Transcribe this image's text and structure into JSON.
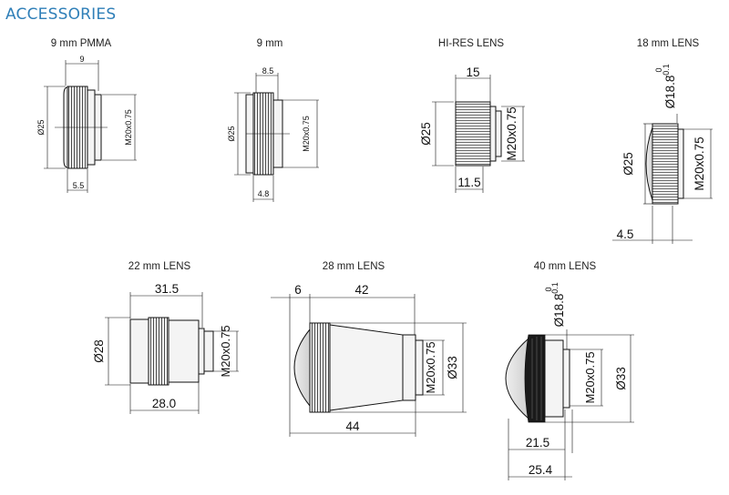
{
  "page_title": "ACCESSORIES",
  "lenses": [
    {
      "name": "9 mm PMMA",
      "dims": {
        "length": "9",
        "dia": "Ø25",
        "thread": "M20x0.75",
        "back": "5.5"
      }
    },
    {
      "name": "9 mm",
      "dims": {
        "length": "8.5",
        "dia": "Ø25",
        "thread": "M20x0.75",
        "back": "4.8"
      }
    },
    {
      "name": "HI-RES LENS",
      "dims": {
        "length": "15",
        "dia": "Ø25",
        "thread": "M20x0.75",
        "back": "11.5"
      }
    },
    {
      "name": "18 mm LENS",
      "dims": {
        "tol_dia": "Ø18.8",
        "tol_upper": "0",
        "tol_lower": "-0.1",
        "dia": "Ø25",
        "thread": "M20x0.75",
        "back": "4.5"
      }
    },
    {
      "name": "22 mm LENS",
      "dims": {
        "length": "31.5",
        "dia": "Ø28",
        "thread": "M20x0.75",
        "back": "28.0"
      }
    },
    {
      "name": "28 mm LENS",
      "dims": {
        "front": "6",
        "length": "42",
        "dia": "Ø33",
        "thread": "M20x0.75",
        "total": "44"
      }
    },
    {
      "name": "40 mm LENS",
      "dims": {
        "tol_dia": "Ø18.8",
        "tol_upper": "0",
        "tol_lower": "-0.1",
        "dia": "Ø33",
        "thread": "M20x0.75",
        "inner": "21.5",
        "total": "25.4"
      }
    }
  ]
}
